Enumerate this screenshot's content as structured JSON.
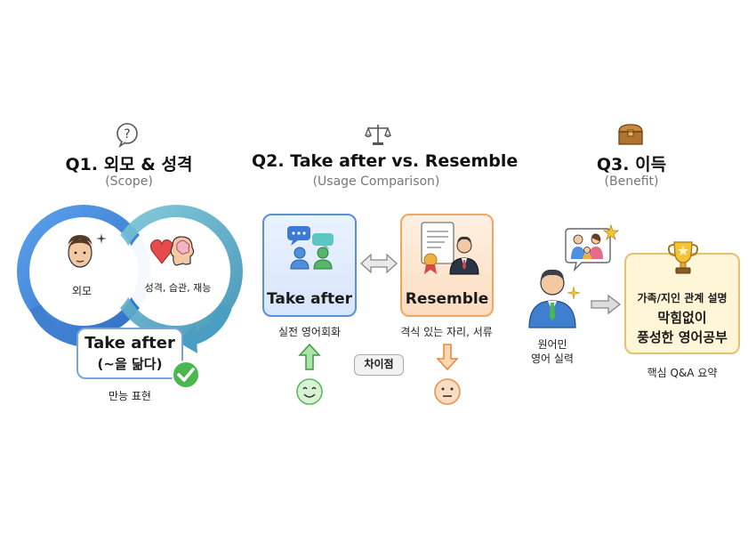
{
  "sections": [
    {
      "title": "Q1. 외모 & 성격",
      "subtitle": "(Scope)",
      "icon": "question-bubble-icon",
      "circle_left_label": "외모",
      "circle_right_label": "성격, 습관, 재능",
      "box_line1": "Take after",
      "box_line2": "(~을 닮다)",
      "caption": "만능 표현"
    },
    {
      "title": "Q2. Take after vs. Resemble",
      "subtitle": "(Usage Comparison)",
      "icon": "balance-scale-icon",
      "left_card_label": "Take after",
      "left_caption": "실전 영어회화",
      "right_card_label": "Resemble",
      "right_caption": "격식 있는 자리, 서류",
      "difference_label": "차이점"
    },
    {
      "title": "Q3. 이득",
      "subtitle": "(Benefit)",
      "icon": "treasure-chest-icon",
      "person_caption_line1": "원어민",
      "person_caption_line2": "영어 실력",
      "benefit_line1": "가족/지인 관계 설명",
      "benefit_line2": "막힘없이",
      "benefit_line3": "풍성한 영어공부",
      "benefit_caption": "핵심 Q&A 요약"
    }
  ],
  "colors": {
    "blue_ring": "#3f86d8",
    "teal_ring": "#4fa9c2",
    "left_card_bg": "#e4efff",
    "left_card_border": "#5b8fd6",
    "right_card_bg": "#fde6d2",
    "right_card_border": "#f0a860",
    "benefit_bg": "#fff6d8",
    "benefit_border": "#e8c070",
    "green": "#4ab84f",
    "orange_arrow": "#f3a552"
  }
}
